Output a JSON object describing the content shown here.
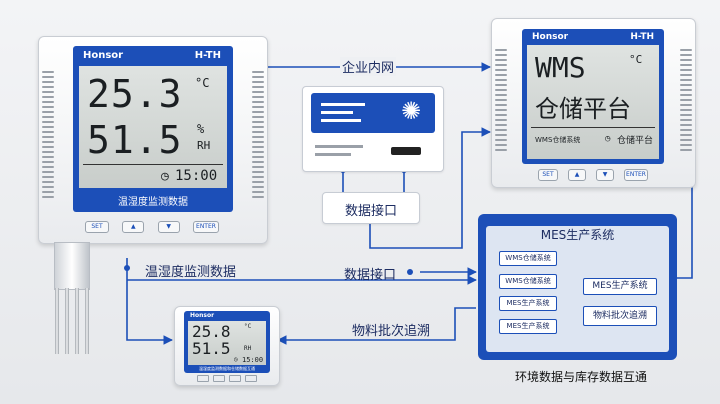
{
  "device_left": {
    "brand": "Honsor",
    "model": "H-TH",
    "temperature": "25.3",
    "temp_unit": "°C",
    "humidity": "51.5",
    "humidity_unit": "%",
    "humidity_rh": "RH",
    "time": "15:00",
    "caption": "温湿度监测数据",
    "keys": [
      "SET",
      "▲",
      "▼",
      "ENTER"
    ]
  },
  "device_right": {
    "brand": "Honsor",
    "model": "H-TH",
    "line1": "WMS",
    "line1_unit": "°C",
    "line2": "仓储平台",
    "bottom_left": "WMS仓储系统",
    "bottom_right": "仓储平台",
    "keys": [
      "SET",
      "▲",
      "▼",
      "ENTER"
    ]
  },
  "device_small": {
    "brand": "Honsor",
    "temperature": "25.8",
    "temp_unit": "°C",
    "humidity": "51.5",
    "humidity_rh": "RH",
    "time": "15:00",
    "caption": "温湿度监测数据和仓储数据互通"
  },
  "labels": {
    "enterprise_network": "企业内网",
    "data_interface_top": "数据接口",
    "temp_humidity_data": "温湿度监测数据",
    "data_interface_mid": "数据接口",
    "material_trace": "物料批次追溯",
    "footer": "环境数据与库存数据互通"
  },
  "mes": {
    "title": "MES生产系统",
    "left_boxes": [
      "WMS仓储系统",
      "WMS仓储系统",
      "MES生产系统",
      "MES生产系统"
    ],
    "mes_target": "MES生产系统",
    "trace_target": "物料批次追溯"
  },
  "colors": {
    "accent": "#1c4fb8",
    "line": "#1c4fb8",
    "text": "#1d2d62"
  }
}
